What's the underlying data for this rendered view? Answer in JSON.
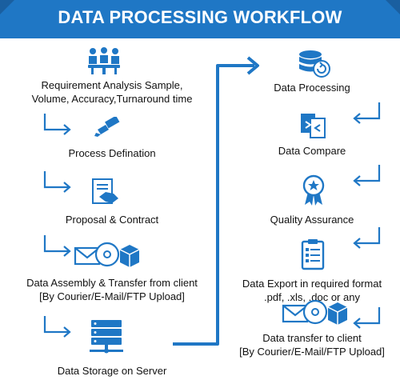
{
  "title": "DATA PROCESSING WORKFLOW",
  "colors": {
    "accent": "#1f77c5",
    "dark": "#1a5fa0"
  },
  "left_steps": [
    {
      "icon": "meeting-icon",
      "lines": [
        "Requirement Analysis Sample,",
        "Volume, Accuracy,Turnaround time"
      ]
    },
    {
      "icon": "brush-icon",
      "lines": [
        "Process Defination"
      ]
    },
    {
      "icon": "handshake-document-icon",
      "lines": [
        "Proposal & Contract"
      ]
    },
    {
      "icon": "mail-disc-package-icon",
      "lines": [
        "Data Assembly & Transfer from client",
        "[By Courier/E-Mail/FTP Upload]"
      ]
    },
    {
      "icon": "server-icon",
      "lines": [
        "Data Storage on Server"
      ]
    }
  ],
  "right_steps": [
    {
      "icon": "database-refresh-icon",
      "lines": [
        "Data Processing"
      ]
    },
    {
      "icon": "compare-documents-icon",
      "lines": [
        "Data Compare"
      ]
    },
    {
      "icon": "award-ribbon-icon",
      "lines": [
        "Quality Assurance"
      ]
    },
    {
      "icon": "checklist-icon",
      "lines": [
        "Data Export in required format",
        ".pdf, .xls, .doc or any"
      ]
    },
    {
      "icon": "mail-disc-package-icon",
      "lines": [
        "Data transfer to client",
        "[By Courier/E-Mail/FTP Upload]"
      ]
    }
  ]
}
